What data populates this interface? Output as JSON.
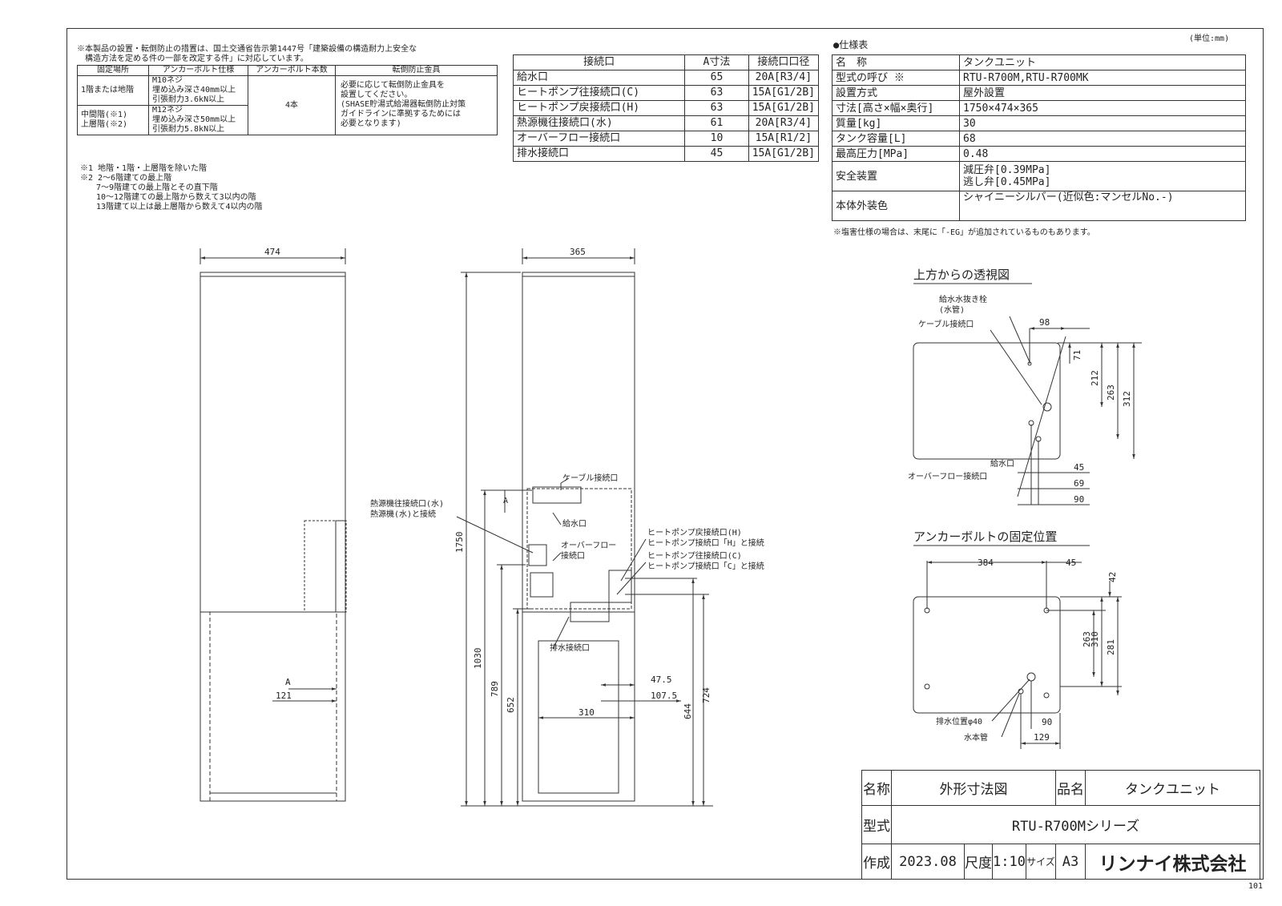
{
  "notes": {
    "top_line1": "※本製品の設置・転倒防止の措置は、国土交通省告示第1447号「建築設備の構造耐力上安全な",
    "top_line2": "　構造方法を定める件の一部を改定する件」に対応しています。",
    "foot1": "※1 地階・1階・上層階を除いた階",
    "foot2": "※2 2〜6階建ての最上階",
    "foot3": "　　7〜9階建ての最上階とその直下階",
    "foot4": "　　10〜12階建ての最上階から数えて3以内の階",
    "foot5": "　　13階建て以上は最上層階から数えて4以内の階"
  },
  "anchor_table": {
    "headers": [
      "固定場所",
      "アンカーボルト仕様",
      "アンカーボルト本数",
      "転倒防止金具"
    ],
    "row1_place": "1階または地階",
    "row1_spec": [
      "M10ネジ",
      "埋め込み深さ40mm以上",
      "引張耐力3.6kN以上"
    ],
    "row2_place": [
      "中間階(※1)",
      "上層階(※2)"
    ],
    "row2_spec": [
      "M12ネジ",
      "埋め込み深さ50mm以上",
      "引張耐力5.8kN以上"
    ],
    "count": "4本",
    "bracket": [
      "必要に応じて転倒防止金具を",
      "設置してください。",
      "(SHASE貯湯式給湯器転倒防止対策",
      "ガイドラインに準拠するためには",
      "必要となります)"
    ]
  },
  "conn_table": {
    "headers": [
      "接続口",
      "A寸法",
      "接続口口径"
    ],
    "rows": [
      [
        "給水口",
        "65",
        "20A[R3/4]"
      ],
      [
        "ヒートポンプ往接続口(C)",
        "63",
        "15A[G1/2B]"
      ],
      [
        "ヒートポンプ戻接続口(H)",
        "63",
        "15A[G1/2B]"
      ],
      [
        "熱源機往接続口(水)",
        "61",
        "20A[R3/4]"
      ],
      [
        "オーバーフロー接続口",
        "10",
        "15A[R1/2]"
      ],
      [
        "排水接続口",
        "45",
        "15A[G1/2B]"
      ]
    ]
  },
  "spec_table": {
    "heading": "●仕様表",
    "unit": "(単位:mm)",
    "rows": [
      [
        "名　称",
        "タンクユニット"
      ],
      [
        "型式の呼び ※",
        "RTU-R700M,RTU-R700MK"
      ],
      [
        "設置方式",
        "屋外設置"
      ],
      [
        "寸法[高さ×幅×奥行]",
        "1750×474×365"
      ],
      [
        "質量[kg]",
        "30"
      ],
      [
        "タンク容量[L]",
        "68"
      ],
      [
        "最高圧力[MPa]",
        "0.48"
      ]
    ],
    "safety_label": "安全装置",
    "safety_values": [
      "減圧弁[0.39MPa]",
      "逃し弁[0.45MPa]"
    ],
    "color_label": "本体外装色",
    "color_value": "シャイニーシルバー(近似色:マンセルNo.-)",
    "note": "※塩害仕様の場合は、末尾に「-EG」が追加されているものもあります。"
  },
  "front_view": {
    "dim_width": "474",
    "dim_a": "A",
    "dim_121": "121"
  },
  "side_view": {
    "dim_width": "365",
    "dim_1750": "1750",
    "dim_1030": "1030",
    "dim_789": "789",
    "dim_652": "652",
    "dim_644": "644",
    "dim_724": "724",
    "dim_310": "310",
    "dim_47_5": "47.5",
    "dim_107_5": "107.5",
    "dim_a": "A",
    "label_cable": "ケーブル接続口",
    "label_supply": "給水口",
    "label_overflow1": "オーバーフロー",
    "label_overflow2": "接続口",
    "label_drain": "排水接続口",
    "label_heat1": "熱源機往接続口(水)",
    "label_heat2": "熱源機(水)と接続",
    "label_hp_ret1": "ヒートポンプ戻接続口(H)",
    "label_hp_ret2": "ヒートポンプ接続口「H」と接続",
    "label_hp_go1": "ヒートポンプ往接続口(C)",
    "label_hp_go2": "ヒートポンプ接続口「C」と接続"
  },
  "top_view": {
    "title": "上方からの透視図",
    "label_drainplug1": "給水水抜き栓",
    "label_drainplug2": "(水管)",
    "label_cable": "ケーブル接続口",
    "label_supply": "給水口",
    "label_overflow": "オーバーフロー接続口",
    "d98": "98",
    "d71": "71",
    "d212": "212",
    "d263": "263",
    "d312": "312",
    "d45": "45",
    "d69": "69",
    "d90": "90"
  },
  "anchor_view": {
    "title": "アンカーボルトの固定位置",
    "d384": "384",
    "d45": "45",
    "d42": "42",
    "d263": "263",
    "d310": "310",
    "d281": "281",
    "d90": "90",
    "d129": "129",
    "label_drain": "排水位置φ40",
    "label_water": "水本管"
  },
  "title_block": {
    "name_label": "名称",
    "name_value": "外形寸法図",
    "product_label": "品名",
    "product_value": "タンクユニット",
    "model_label": "型式",
    "model_value": "RTU-R700Mシリーズ",
    "made_label": "作成",
    "made_value": "2023.08",
    "scale_label": "尺度",
    "scale_value": "1:10",
    "size_label": "サイズ",
    "size_value": "A3",
    "company": "リンナイ株式会社"
  },
  "sheet_no": "101"
}
